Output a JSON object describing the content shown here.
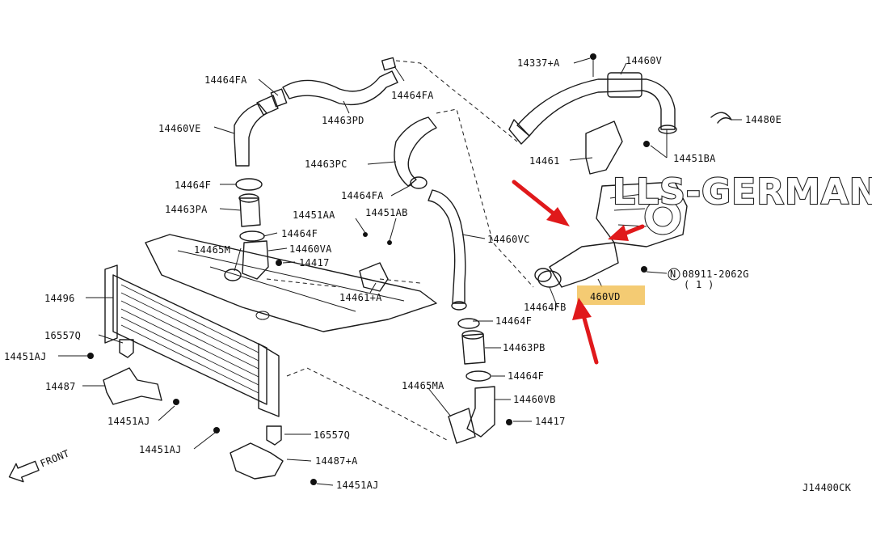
{
  "watermark": "LLS-GERMANY",
  "diagram_code": "J14400CK",
  "front_label": "FRONT",
  "highlight_label": "460VD",
  "nut_label": "N 08911-2062G",
  "nut_qty": "( 1 )",
  "labels": {
    "p14464FA_a": "14464FA",
    "p14464FA_b": "14464FA",
    "p14464FA_c": "14464FA",
    "p14463PD": "14463PD",
    "p14460VE": "14460VE",
    "p14463PC": "14463PC",
    "p14464F_a": "14464F",
    "p14463PA": "14463PA",
    "p14451AA": "14451AA",
    "p14451AB": "14451AB",
    "p14464F_b": "14464F",
    "p14465M": "14465M",
    "p14460VA": "14460VA",
    "p14417_a": "14417",
    "p14461A": "14461+A",
    "p14460VC": "14460VC",
    "p14496": "14496",
    "p16557Q_a": "16557Q",
    "p14451AJ_a": "14451AJ",
    "p14487": "14487",
    "p14451AJ_b": "14451AJ",
    "p14451AJ_c": "14451AJ",
    "p16557Q_b": "16557Q",
    "p14487A": "14487+A",
    "p14451AJ_d": "14451AJ",
    "p14464F_c": "14464F",
    "p14463PB": "14463PB",
    "p14464F_d": "14464F",
    "p14465MA": "14465MA",
    "p14460VB": "14460VB",
    "p14417_b": "14417",
    "p14337A": "14337+A",
    "p14460V": "14460V",
    "p14480E": "14480E",
    "p14461": "14461",
    "p14451BA": "14451BA",
    "p14464FB": "14464FB"
  }
}
